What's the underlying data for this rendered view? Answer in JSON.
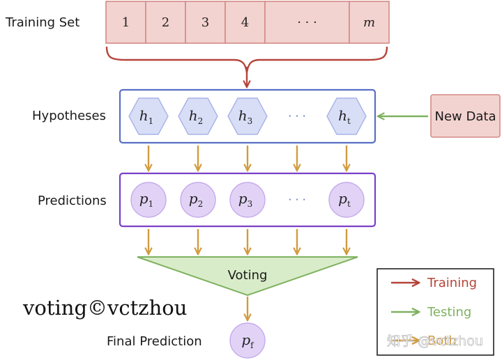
{
  "labels": {
    "training_set": "Training Set",
    "hypotheses": "Hypotheses",
    "predictions": "Predictions",
    "final_prediction": "Final Prediction",
    "new_data": "New Data",
    "voting": "Voting"
  },
  "training_cells": [
    "1",
    "2",
    "3",
    "4",
    "· · ·",
    "m"
  ],
  "hypotheses": [
    {
      "base": "h",
      "sub": "1"
    },
    {
      "base": "h",
      "sub": "2"
    },
    {
      "base": "h",
      "sub": "3"
    },
    {
      "base": "· · ·",
      "sub": ""
    },
    {
      "base": "h",
      "sub": "t"
    }
  ],
  "predictions": [
    {
      "base": "p",
      "sub": "1"
    },
    {
      "base": "p",
      "sub": "2"
    },
    {
      "base": "p",
      "sub": "3"
    },
    {
      "base": "· · ·",
      "sub": ""
    },
    {
      "base": "p",
      "sub": "t"
    }
  ],
  "final": {
    "base": "p",
    "sub": "f"
  },
  "legend": {
    "training": "Training",
    "testing": "Testing",
    "both": "Both"
  },
  "watermarks": {
    "left": "voting©vctzhou",
    "right": "知乎 @vctzhou"
  },
  "colors": {
    "training": "#b5443a",
    "testing": "#7eb15e",
    "both": "#d19b3f",
    "hyp_border": "#5a6fc4",
    "pred_border": "#7a3fc8",
    "cell_fill": "#f3d3d0",
    "cell_border": "#d48a84",
    "hex_fill": "#d9def7",
    "circle_fill": "#e2d3f6",
    "vote_fill": "#d9ecc9",
    "vote_border": "#7eb15e"
  }
}
